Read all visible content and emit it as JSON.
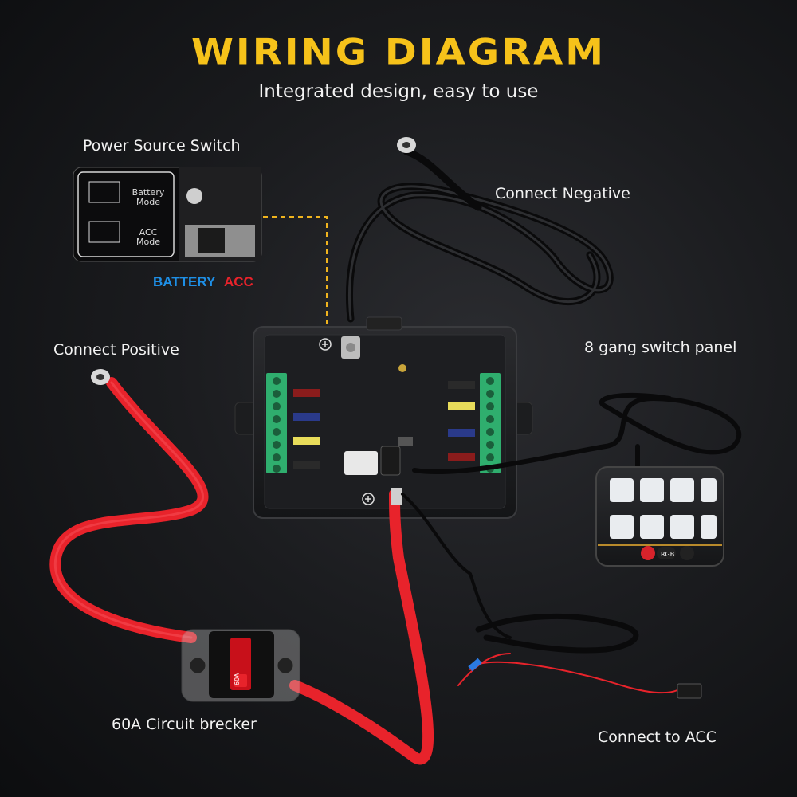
{
  "header": {
    "title": "WIRING DIAGRAM",
    "subtitle": "Integrated design, easy to use"
  },
  "labels": {
    "power_source_switch": "Power Source Switch",
    "connect_negative": "Connect Negative",
    "connect_positive": "Connect Positive",
    "switch_panel": "8 gang switch panel",
    "circuit_breaker": "60A Circuit brecker",
    "connect_acc": "Connect to ACC"
  },
  "power_switch": {
    "battery_mode": "Battery Mode",
    "acc_mode": "ACC Mode",
    "battery_label": "BATTERY",
    "acc_label": "ACC"
  },
  "switch_panel_buttons": {
    "rgb": "RGB"
  },
  "breaker_rating": "60A",
  "colors": {
    "title": "#f6c21a",
    "positive_wire": "#e8232b",
    "battery_blue": "#1e8fe6",
    "acc_red": "#e8232b",
    "terminal_green": "#2fae6e",
    "guide_line": "#f0b41e"
  }
}
